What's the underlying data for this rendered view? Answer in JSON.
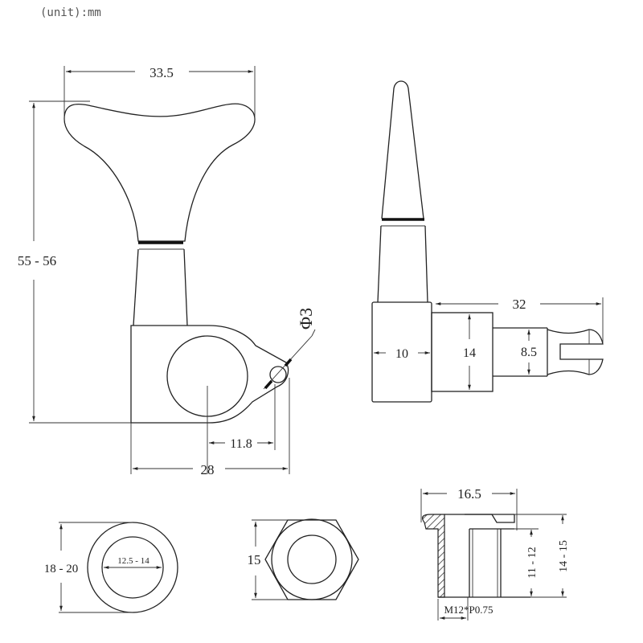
{
  "unit_label": "(unit):mm",
  "key_front_view": {
    "width": "33.5",
    "height": "55 - 56",
    "hole_diameter": "Φ3",
    "hole_offset": "11.8",
    "base_width": "28"
  },
  "key_side_view": {
    "length": "32",
    "base_width": "10",
    "body_height": "14",
    "shaft_diameter": "8.5"
  },
  "washer": {
    "outer_diameter": "18 - 20",
    "inner_diameter": "12.5 - 14"
  },
  "hex_nut": {
    "across_flats": "15"
  },
  "bushing": {
    "flange_diameter": "16.5",
    "inner_length": "11 - 12",
    "total_length": "14 - 15",
    "thread": "M12*P0.75"
  }
}
